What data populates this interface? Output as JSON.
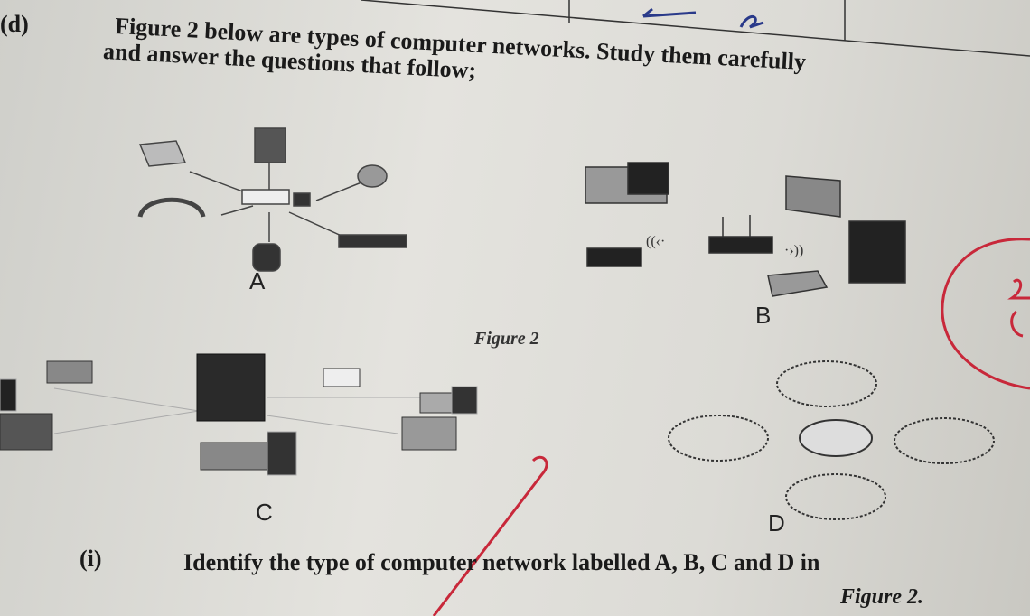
{
  "question": {
    "label": "(d)",
    "line1": "Figure 2 below are types of computer networks. Study them carefully",
    "line2": "and answer the questions that follow;"
  },
  "figure": {
    "caption": "Figure 2",
    "labels": [
      "A",
      "B",
      "C",
      "D"
    ]
  },
  "sub_question": {
    "label": "(i)",
    "text": "Identify the type of computer network labelled A, B, C and D in",
    "text_end": "Figure 2."
  },
  "colors": {
    "ink": "#1a1a1a",
    "red_pen": "#c8283a"
  }
}
